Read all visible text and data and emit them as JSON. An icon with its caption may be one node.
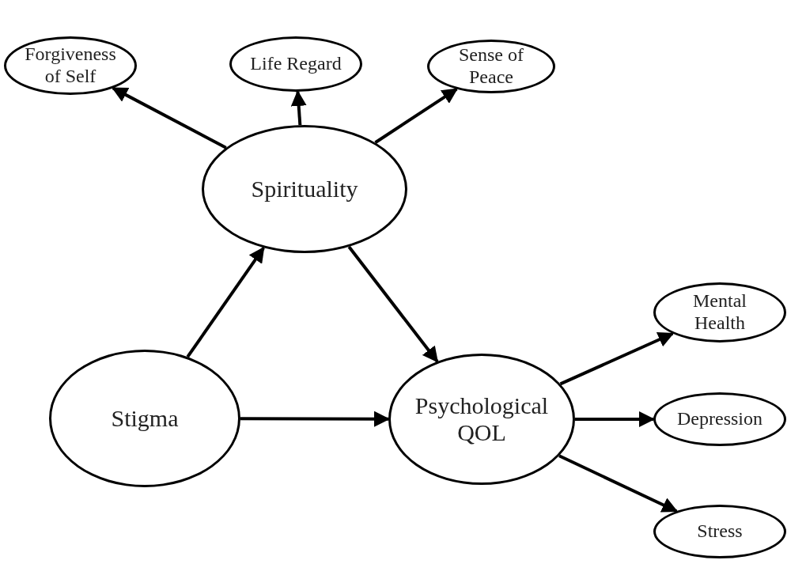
{
  "diagram": {
    "nodes": [
      {
        "text": [
          "Forgiveness of Self"
        ]
      },
      {
        "text": [
          "Life Regard"
        ]
      },
      {
        "text": [
          "Sense of Peace"
        ]
      },
      {
        "text": [
          "Spirituality"
        ]
      },
      {
        "text": [
          "Stigma"
        ]
      },
      {
        "text": [
          "Psychological QOL"
        ]
      },
      {
        "text": [
          "Mental Health"
        ]
      },
      {
        "text": [
          "Depression"
        ]
      },
      {
        "text": [
          "Stress"
        ]
      }
    ],
    "edges": [
      {
        "from": 3,
        "to": 0,
        "arrow": "to"
      },
      {
        "from": 3,
        "to": 1,
        "arrow": "to"
      },
      {
        "from": 3,
        "to": 2,
        "arrow": "to"
      },
      {
        "from": 4,
        "to": 3,
        "arrow": "to"
      },
      {
        "from": 3,
        "to": 5,
        "arrow": "to"
      },
      {
        "from": 4,
        "to": 5,
        "arrow": "to"
      },
      {
        "from": 5,
        "to": 6,
        "arrow": "to"
      },
      {
        "from": 5,
        "to": 7,
        "arrow": "to"
      },
      {
        "from": 5,
        "to": 8,
        "arrow": "to"
      }
    ]
  }
}
